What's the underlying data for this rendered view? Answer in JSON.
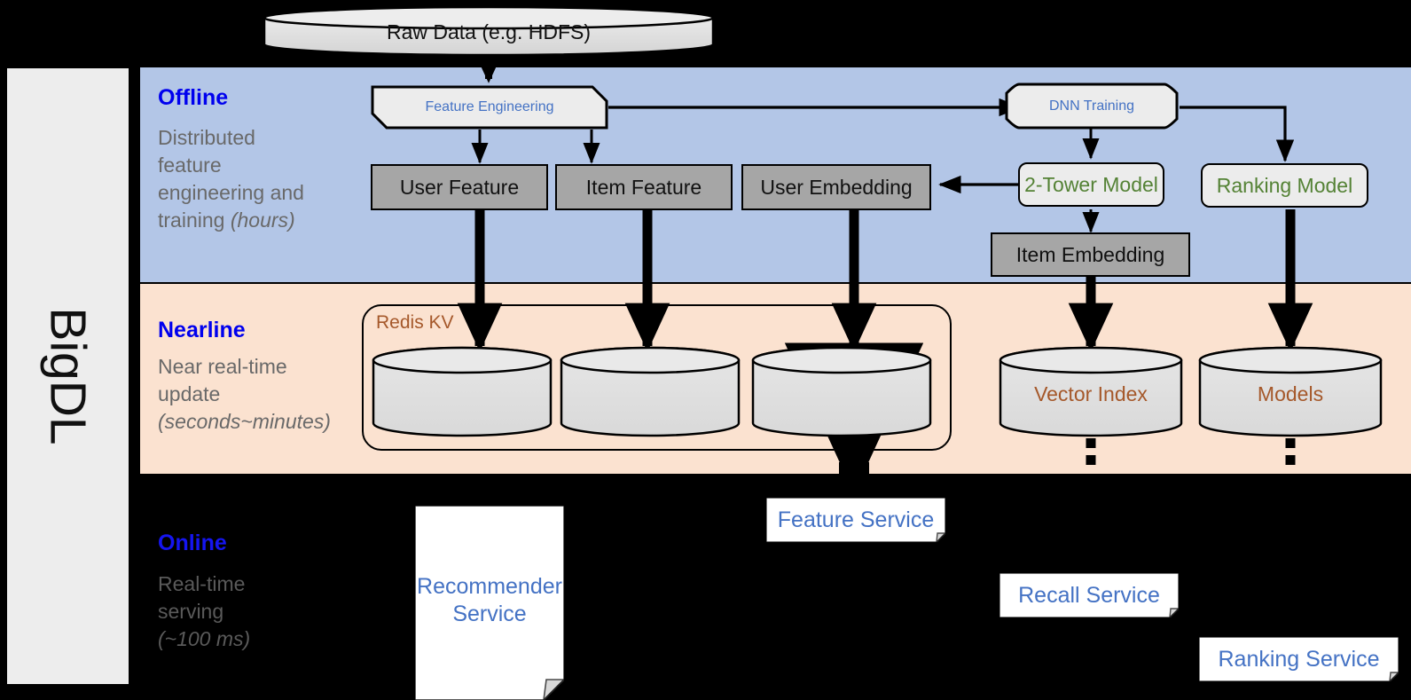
{
  "diagram": {
    "framework_label": "BigDL",
    "bands": [
      {
        "key": "offline",
        "title": "Offline",
        "description_line1": "Distributed",
        "description_line2": "feature",
        "description_line3": "engineering and",
        "description_line4": "training ",
        "description_italic": "(hours)",
        "bg_color": "#b3c6e7"
      },
      {
        "key": "nearline",
        "title": "Nearline",
        "description_line1": "Near real-time",
        "description_line2": "update",
        "description_italic": "(seconds~minutes)",
        "bg_color": "#fbe2d0"
      },
      {
        "key": "online",
        "title": "Online",
        "description_line1": "Real-time",
        "description_line2": "serving",
        "description_italic": "(~100 ms)",
        "bg_color": "#000000"
      }
    ],
    "nodes": {
      "raw_data": "Raw Data (e.g. HDFS)",
      "feature_engineering": "Feature Engineering",
      "dnn_training": "DNN Training",
      "user_feature": "User Feature",
      "item_feature": "Item Feature",
      "user_embedding": "User Embedding",
      "two_tower_model": "2-Tower Model",
      "ranking_model": "Ranking Model",
      "item_embedding": "Item Embedding",
      "redis_kv": "Redis KV",
      "vector_index": "Vector Index",
      "models": "Models",
      "feature_service": "Feature Service",
      "recall_service": "Recall Service",
      "ranking_service": "Ranking Service",
      "recommender_service_line1": "Recommender",
      "recommender_service_line2": "Service"
    },
    "colors": {
      "offline_band": "#b3c6e7",
      "nearline_band": "#fbe2d0",
      "online_band": "#000000",
      "blue_text": "#4472c4",
      "green_text": "#548235",
      "brown_text": "#a5582a",
      "band_title": "#0000ee",
      "band_desc": "#696969",
      "grey_node": "#a6a6a6",
      "light_node": "#ececec",
      "rail": "#ededed"
    }
  }
}
